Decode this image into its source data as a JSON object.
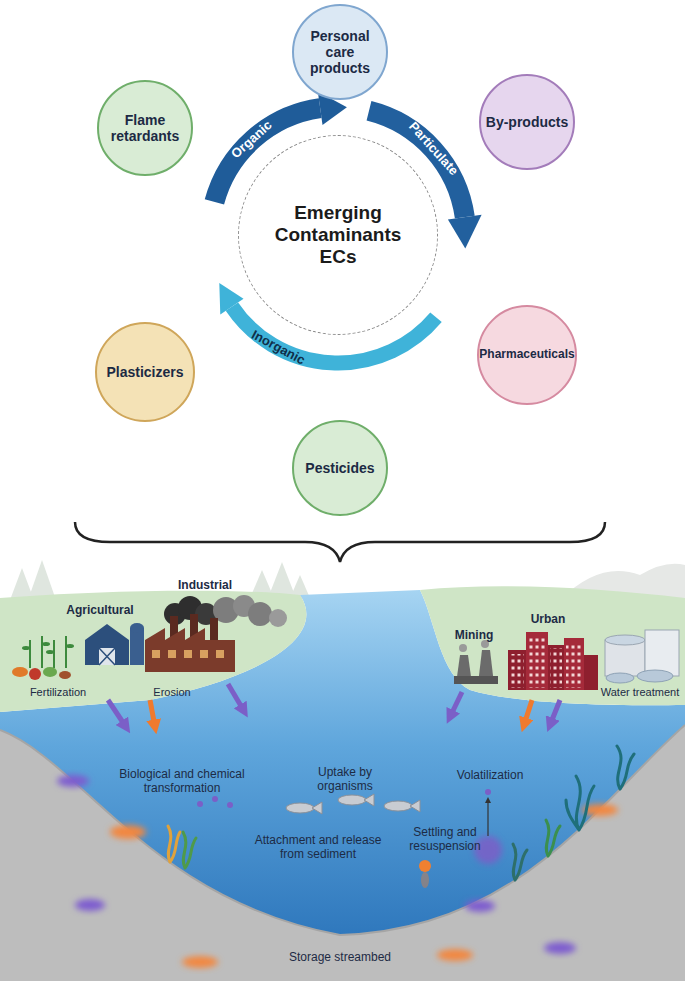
{
  "diagram": {
    "nodes": [
      {
        "text": [
          "Personal care products"
        ]
      },
      {
        "text": [
          "Flame retardants"
        ]
      },
      {
        "text": [
          "By-products"
        ]
      },
      {
        "text": [
          "Emerging Contaminants ECs"
        ]
      },
      {
        "text": [
          "Plasticizers"
        ]
      },
      {
        "text": [
          "Pharmaceuticals"
        ]
      },
      {
        "text": [
          "Pesticides"
        ]
      }
    ],
    "labels": [
      "Organic",
      "Particulate",
      "Inorganic",
      "Industrial",
      "Agricultural",
      "Urban",
      "Mining",
      "Water treatment",
      "Fertilization",
      "Erosion",
      "Biological and chemical transformation",
      "Uptake by organisms",
      "Volatilization",
      "Settling and resuspension",
      "Attachment and release from sediment",
      "Storage streambed"
    ]
  }
}
